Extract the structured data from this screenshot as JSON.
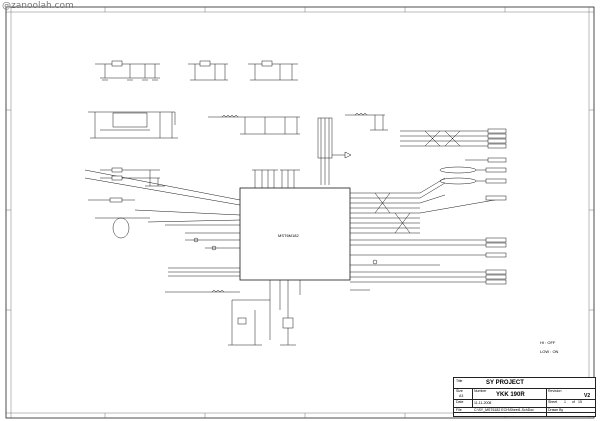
{
  "watermark": "@zanoolah.com",
  "sheet": {
    "chip_label": "MST6M182",
    "notes": {
      "hdmi_off": "HI : OFF",
      "hdmi_on": "LOW : ON"
    }
  },
  "title_block": {
    "title_label": "Title",
    "project": "SY PROJECT",
    "size_label": "Size",
    "size_value": "A3",
    "number_label": "Number",
    "model": "YKK 190R",
    "revision_label": "Revision",
    "revision": "V2",
    "date_label": "Date",
    "date": "11-11-2008",
    "sheet_label": "Sheet",
    "sheet_value": "1",
    "of_label": "of",
    "of_value": "15",
    "file_label": "File",
    "file": "C:\\SY_MST6182 ECH\\Sheet1.SchDoc",
    "drawn_label": "Drawn By"
  },
  "colors": {
    "line": "#1a1a1a",
    "grid": "#555555",
    "paper": "#ffffff"
  }
}
